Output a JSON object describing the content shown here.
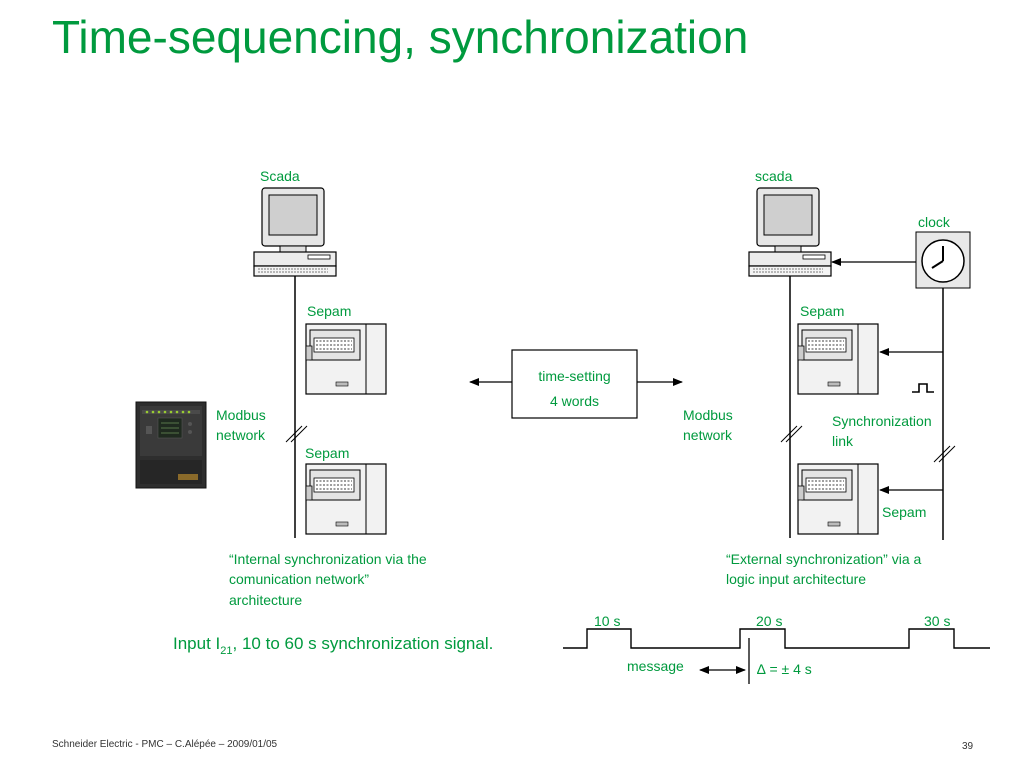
{
  "title": "Time-sequencing, synchronization",
  "left": {
    "scada_label": "Scada",
    "sepam_top_label": "Sepam",
    "sepam_bottom_label": "Sepam",
    "network_line1": "Modbus",
    "network_line2": "network",
    "caption_line1": "“Internal synchronization via the",
    "caption_line2": "comunication network”",
    "caption_line3": "architecture"
  },
  "center": {
    "box_line1": "time-setting",
    "box_line2": "4 words"
  },
  "right": {
    "scada_label": "scada",
    "clock_label": "clock",
    "sepam_top_label": "Sepam",
    "sepam_bottom_label": "Sepam",
    "network_line1": "Modbus",
    "network_line2": "network",
    "sync_line1": "Synchronization",
    "sync_line2": "link",
    "caption_line1": "“External synchronization” via a",
    "caption_line2": "logic input architecture"
  },
  "signal": {
    "input_prefix": "Input I",
    "input_subscript": "21",
    "input_suffix": ", 10 to 60 s synchronization signal.",
    "pulse_labels": [
      "10 s",
      "20 s",
      "30 s"
    ],
    "message_label": "message",
    "delta_label": "∆ = ± 4 s"
  },
  "colors": {
    "accent_green": "#009a3e",
    "line": "#000000"
  },
  "footer": {
    "left": "Schneider Electric - PMC – C.Alépée – 2009/01/05",
    "page": "39"
  }
}
